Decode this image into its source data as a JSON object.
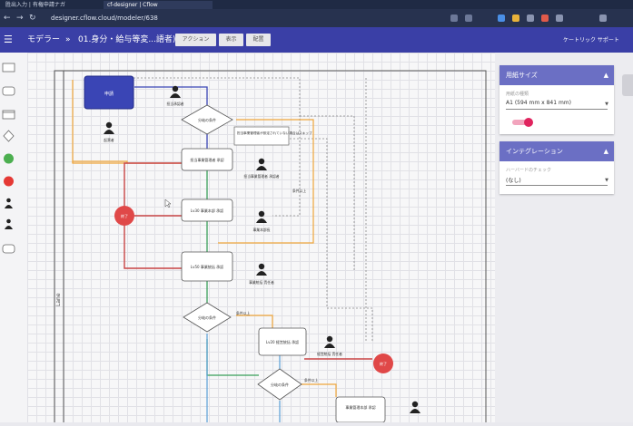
{
  "browser": {
    "tabs": [
      {
        "label": "胜出入力 | 有権申請ナガ",
        "active": false
      },
      {
        "label": "cf-designer | Cflow",
        "active": true
      }
    ],
    "url": "designer.cflow.cloud/modeler/638"
  },
  "header": {
    "menu_icon": "hamburger-icon",
    "section": "モデラー",
    "separator": "»",
    "flow_title": "01.身分・給与等変...語者)",
    "buttons": [
      {
        "label": "アクション"
      },
      {
        "label": "表示"
      },
      {
        "label": "配置"
      }
    ],
    "right_text": "ケートリック サポート"
  },
  "toolbox": {
    "items": [
      {
        "name": "rectangle-tool-icon",
        "color": "#ffffff"
      },
      {
        "name": "rounded-rect-tool-icon",
        "color": "#ffffff"
      },
      {
        "name": "subprocess-tool-icon",
        "color": "#ffffff"
      },
      {
        "name": "diamond-tool-icon",
        "color": "#ffffff"
      },
      {
        "name": "start-event-tool-icon",
        "color": "#4caf50"
      },
      {
        "name": "end-event-tool-icon",
        "color": "#e53935"
      },
      {
        "name": "user-tool-icon",
        "color": "#222222"
      },
      {
        "name": "group-tool-icon",
        "color": "#222222"
      },
      {
        "name": "comment-tool-icon",
        "color": "#ffffff"
      }
    ]
  },
  "diagram": {
    "lane_label": "Lane",
    "start_node": "申請",
    "nodes": [
      {
        "id": "n1",
        "label": "担当事業管理者 承認"
      },
      {
        "id": "n2",
        "label": "Lv30 事業本部 承認"
      },
      {
        "id": "n3",
        "label": "Lv50 事業統括 承認"
      },
      {
        "id": "n4",
        "label": "Lv20 経営統括 承認"
      },
      {
        "id": "n5",
        "label": "事業管理本部 承認"
      }
    ],
    "gateways": [
      {
        "id": "g1",
        "label": "分岐の条件"
      },
      {
        "id": "g2",
        "label": "分岐の条件"
      },
      {
        "id": "g3",
        "label": "分岐の条件"
      }
    ],
    "end_label": "終了",
    "actors": [
      {
        "id": "a0",
        "label": "起票者"
      },
      {
        "id": "a1",
        "label": "担当承認者"
      },
      {
        "id": "a2",
        "label": "担当事業管理者 承認者"
      },
      {
        "id": "a3",
        "label": "事業本部長"
      },
      {
        "id": "a4",
        "label": "事業統括 責任者"
      },
      {
        "id": "a5",
        "label": "経営統括 責任者"
      }
    ],
    "comment": "担当事業管理者が設定されていない場合はスキップ",
    "edge_labels": [
      "条件以上",
      "条件以上",
      "条件以上"
    ]
  },
  "panel": {
    "size_card": {
      "title": "用紙サイズ",
      "field_label": "用紙の種類",
      "value": "A1 (594 mm x 841 mm)",
      "toggle_on": true,
      "toggle_color": "#e0245e"
    },
    "integration_card": {
      "title": "インテグレーション",
      "field_label": "ハーバードのチェック",
      "value": "(なし)"
    }
  },
  "colors": {
    "accent": "#3a3fa6",
    "start_node": "#3a45b5",
    "end_event": "#e04848",
    "flow_green": "#3aa05a",
    "flow_red": "#c84444",
    "flow_orange": "#f0a63b",
    "flow_blue": "#5aa0d8"
  }
}
